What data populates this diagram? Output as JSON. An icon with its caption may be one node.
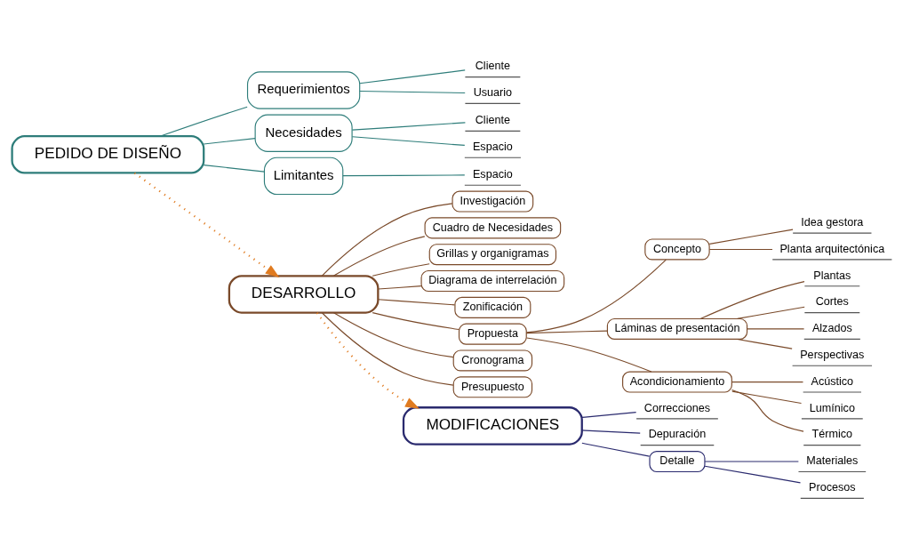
{
  "diagram": {
    "nodes": [
      {
        "text": [
          "PEDIDO DE DISEÑO"
        ]
      },
      {
        "text": [
          "Requerimientos"
        ]
      },
      {
        "text": [
          "Cliente"
        ]
      },
      {
        "text": [
          "Usuario"
        ]
      },
      {
        "text": [
          "Necesidades"
        ]
      },
      {
        "text": [
          "Cliente"
        ]
      },
      {
        "text": [
          "Espacio"
        ]
      },
      {
        "text": [
          "Limitantes"
        ]
      },
      {
        "text": [
          "Espacio"
        ]
      },
      {
        "text": [
          "DESARROLLO"
        ]
      },
      {
        "text": [
          "Investigación"
        ]
      },
      {
        "text": [
          "Cuadro de Necesidades"
        ]
      },
      {
        "text": [
          "Grillas y organigramas"
        ]
      },
      {
        "text": [
          "Diagrama de interrelación"
        ]
      },
      {
        "text": [
          "Zonificación"
        ]
      },
      {
        "text": [
          "Propuesta"
        ]
      },
      {
        "text": [
          "Concepto"
        ]
      },
      {
        "text": [
          "Idea gestora"
        ]
      },
      {
        "text": [
          "Planta arquitectónica"
        ]
      },
      {
        "text": [
          "Láminas de presentación"
        ]
      },
      {
        "text": [
          "Plantas"
        ]
      },
      {
        "text": [
          "Cortes"
        ]
      },
      {
        "text": [
          "Alzados"
        ]
      },
      {
        "text": [
          "Perspectivas"
        ]
      },
      {
        "text": [
          "Acondicionamiento"
        ]
      },
      {
        "text": [
          "Acústico"
        ]
      },
      {
        "text": [
          "Lumínico"
        ]
      },
      {
        "text": [
          "Térmico"
        ]
      },
      {
        "text": [
          "Cronograma"
        ]
      },
      {
        "text": [
          "Presupuesto"
        ]
      },
      {
        "text": [
          "MODIFICACIONES"
        ]
      },
      {
        "text": [
          "Correcciones"
        ]
      },
      {
        "text": [
          "Depuración"
        ]
      },
      {
        "text": [
          "Detalle"
        ]
      },
      {
        "text": [
          "Materiales"
        ]
      },
      {
        "text": [
          "Procesos"
        ]
      }
    ],
    "edges": [
      {
        "from": 0,
        "to": 1,
        "arrow": "none",
        "color": "#2e7d7a"
      },
      {
        "from": 1,
        "to": 2,
        "arrow": "none",
        "color": "#2e7d7a"
      },
      {
        "from": 1,
        "to": 3,
        "arrow": "none",
        "color": "#2e7d7a"
      },
      {
        "from": 0,
        "to": 4,
        "arrow": "none",
        "color": "#2e7d7a"
      },
      {
        "from": 4,
        "to": 5,
        "arrow": "none",
        "color": "#2e7d7a"
      },
      {
        "from": 4,
        "to": 6,
        "arrow": "none",
        "color": "#2e7d7a"
      },
      {
        "from": 0,
        "to": 7,
        "arrow": "none",
        "color": "#2e7d7a"
      },
      {
        "from": 7,
        "to": 8,
        "arrow": "none",
        "color": "#2e7d7a"
      },
      {
        "from": 0,
        "to": 9,
        "arrow": "to",
        "style": "dashed",
        "color": "#e07b20"
      },
      {
        "from": 9,
        "to": 10,
        "arrow": "none"
      },
      {
        "from": 9,
        "to": 11,
        "arrow": "none"
      },
      {
        "from": 9,
        "to": 12,
        "arrow": "none"
      },
      {
        "from": 9,
        "to": 13,
        "arrow": "none"
      },
      {
        "from": 9,
        "to": 14,
        "arrow": "none"
      },
      {
        "from": 9,
        "to": 15,
        "arrow": "none"
      },
      {
        "from": 15,
        "to": 16,
        "arrow": "none"
      },
      {
        "from": 16,
        "to": 17,
        "arrow": "none"
      },
      {
        "from": 16,
        "to": 18,
        "arrow": "none"
      },
      {
        "from": 15,
        "to": 19,
        "arrow": "none"
      },
      {
        "from": 19,
        "to": 20,
        "arrow": "none"
      },
      {
        "from": 19,
        "to": 21,
        "arrow": "none"
      },
      {
        "from": 19,
        "to": 22,
        "arrow": "none"
      },
      {
        "from": 19,
        "to": 23,
        "arrow": "none"
      },
      {
        "from": 15,
        "to": 24,
        "arrow": "none"
      },
      {
        "from": 24,
        "to": 25,
        "arrow": "none"
      },
      {
        "from": 24,
        "to": 26,
        "arrow": "none"
      },
      {
        "from": 24,
        "to": 27,
        "arrow": "none"
      },
      {
        "from": 9,
        "to": 28,
        "arrow": "none"
      },
      {
        "from": 9,
        "to": 29,
        "arrow": "none"
      },
      {
        "from": 9,
        "to": 30,
        "arrow": "to",
        "style": "dashed",
        "color": "#e07b20"
      },
      {
        "from": 30,
        "to": 31,
        "arrow": "none",
        "color": "#2a2a6e"
      },
      {
        "from": 30,
        "to": 32,
        "arrow": "none",
        "color": "#2a2a6e"
      },
      {
        "from": 30,
        "to": 33,
        "arrow": "none",
        "color": "#2a2a6e"
      },
      {
        "from": 33,
        "to": 34,
        "arrow": "none",
        "color": "#2a2a6e"
      },
      {
        "from": 33,
        "to": 35,
        "arrow": "none",
        "color": "#2a2a6e"
      }
    ]
  }
}
